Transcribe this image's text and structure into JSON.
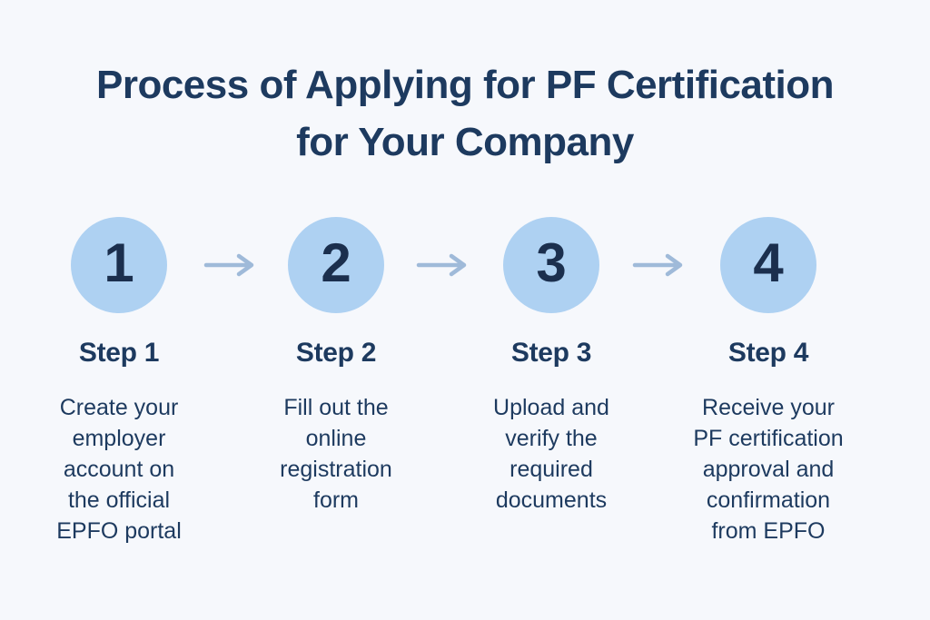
{
  "header": {
    "title": "Process of Applying for PF Certification\nfor Your Company"
  },
  "colors": {
    "background": "#f6f8fc",
    "circle_fill": "#aed1f2",
    "title_navy": "#1d3a5f",
    "number_navy": "#1b2f4e",
    "arrow_blue": "#9fbad9"
  },
  "steps": [
    {
      "number": "1",
      "label": "Step 1",
      "description": "Create your\nemployer\naccount on\nthe official\nEPFO portal"
    },
    {
      "number": "2",
      "label": "Step 2",
      "description": "Fill out the\nonline\nregistration\nform"
    },
    {
      "number": "3",
      "label": "Step 3",
      "description": "Upload and\nverify the\nrequired\ndocuments"
    },
    {
      "number": "4",
      "label": "Step 4",
      "description": "Receive your\nPF certification\napproval and\nconfirmation\nfrom EPFO"
    }
  ]
}
